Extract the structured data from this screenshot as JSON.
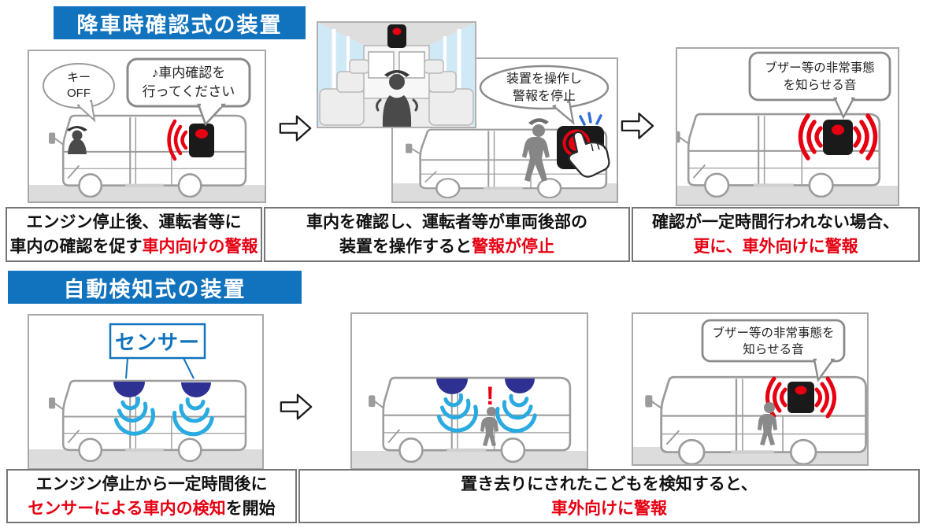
{
  "colors": {
    "banner_blue": "#1173bd",
    "alert_red": "#e60012",
    "wave_cyan": "#29abe2",
    "sensor_navy": "#2e3192",
    "figure_gray": "#868686",
    "bus_outline_gray": "#9c9c9c"
  },
  "sections": {
    "confirmation": {
      "banner": "降車時確認式の装置",
      "panel1": {
        "key_bubble": "キー\nOFF",
        "alert_bubble": "♪車内確認を\n行ってください"
      },
      "panel2": {
        "stop_bubble": "装置を操作し\n警報を停止"
      },
      "panel3": {
        "buzzer_bubble": "ブザー等の非常事態\nを知らせる音"
      },
      "captions": {
        "c1_line1": "エンジン停止後、運転者等に",
        "c1_line2_black": "車内の確認を促す",
        "c1_line2_red": "車内向けの警報",
        "c2_line1": "車内を確認し、運転者等が車両後部の",
        "c2_line2_black": "装置を操作すると",
        "c2_line2_red": "警報が停止",
        "c3_line1": "確認が一定時間行われない場合、",
        "c3_line2_red": "更に、車外向けに警報"
      }
    },
    "detection": {
      "banner": "自動検知式の装置",
      "panel4": {
        "sensor_label": "センサー"
      },
      "panel5": {
        "alert_mark": "!"
      },
      "panel6": {
        "buzzer_bubble": "ブザー等の非常事態を\n知らせる音"
      },
      "captions": {
        "c4_line1": "エンジン停止から一定時間後に",
        "c4_line2_red": "センサーによる車内の検知",
        "c4_line2_black": "を開始",
        "c5_line1": "置き去りにされたこどもを検知すると、",
        "c5_line2_red": "車外向けに警報"
      }
    }
  }
}
